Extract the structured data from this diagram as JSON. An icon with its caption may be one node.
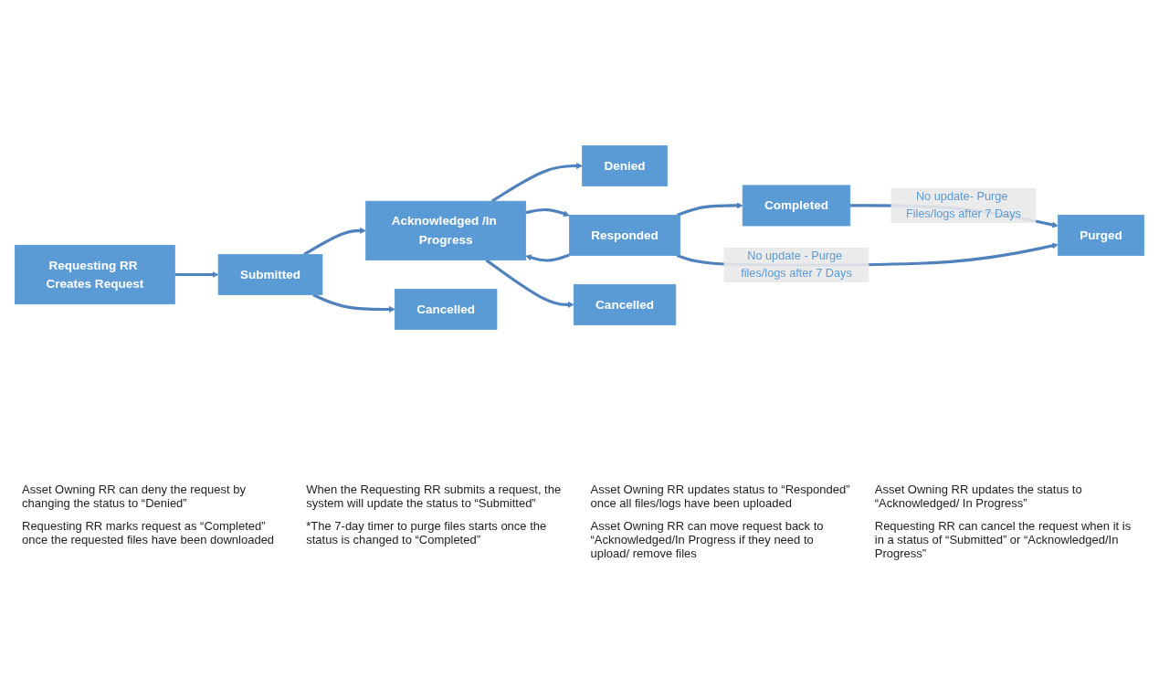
{
  "diagram": {
    "nodes": [
      {
        "text": [
          "Requesting RR Creates Request"
        ]
      },
      {
        "text": [
          "Submitted"
        ]
      },
      {
        "text": [
          "Acknowledged /In Progress"
        ]
      },
      {
        "text": [
          "Denied"
        ]
      },
      {
        "text": [
          "Responded"
        ]
      },
      {
        "text": [
          "Completed"
        ]
      },
      {
        "text": [
          "Purged"
        ]
      },
      {
        "text": [
          "Cancelled"
        ]
      },
      {
        "text": [
          "Cancelled"
        ]
      }
    ],
    "edges": [
      {
        "from": 0,
        "to": 1,
        "arrow": "to"
      },
      {
        "from": 1,
        "to": 2,
        "arrow": "to"
      },
      {
        "from": 2,
        "to": 3,
        "arrow": "to"
      },
      {
        "from": 2,
        "to": 4,
        "arrow": "to"
      },
      {
        "from": 4,
        "to": 5,
        "arrow": "to"
      },
      {
        "from": 5,
        "to": 6,
        "arrow": "to",
        "label": "No update- Purge Files/logs after 7 Days"
      },
      {
        "from": 4,
        "to": 6,
        "arrow": "to",
        "label": "No update - Purge files/logs after 7 Days"
      },
      {
        "from": 4,
        "to": 2,
        "arrow": "to"
      },
      {
        "from": 1,
        "to": 7,
        "arrow": "to"
      },
      {
        "from": 2,
        "to": 8,
        "arrow": "to"
      }
    ],
    "labels": [
      "Asset Owning RR can deny the request by changing the status to “Denied”",
      "When the Requesting RR submits a request, the system will update the status to “Submitted”",
      "Asset Owning RR updates status to “Responded” once all files/logs have been uploaded",
      "Asset Owning RR updates the status to “Acknowledged/ In Progress”",
      "Requesting RR marks request as “Completed” once the requested files have been downloaded",
      "*The 7-day timer to purge files starts once the status is changed to “Completed”",
      "Asset Owning RR can move request back to “Acknowledged/In Progress if they need to upload/ remove files",
      "Requesting RR can cancel the request when it is in a status of “Submitted” or “Acknowledged/In Progress”"
    ]
  }
}
